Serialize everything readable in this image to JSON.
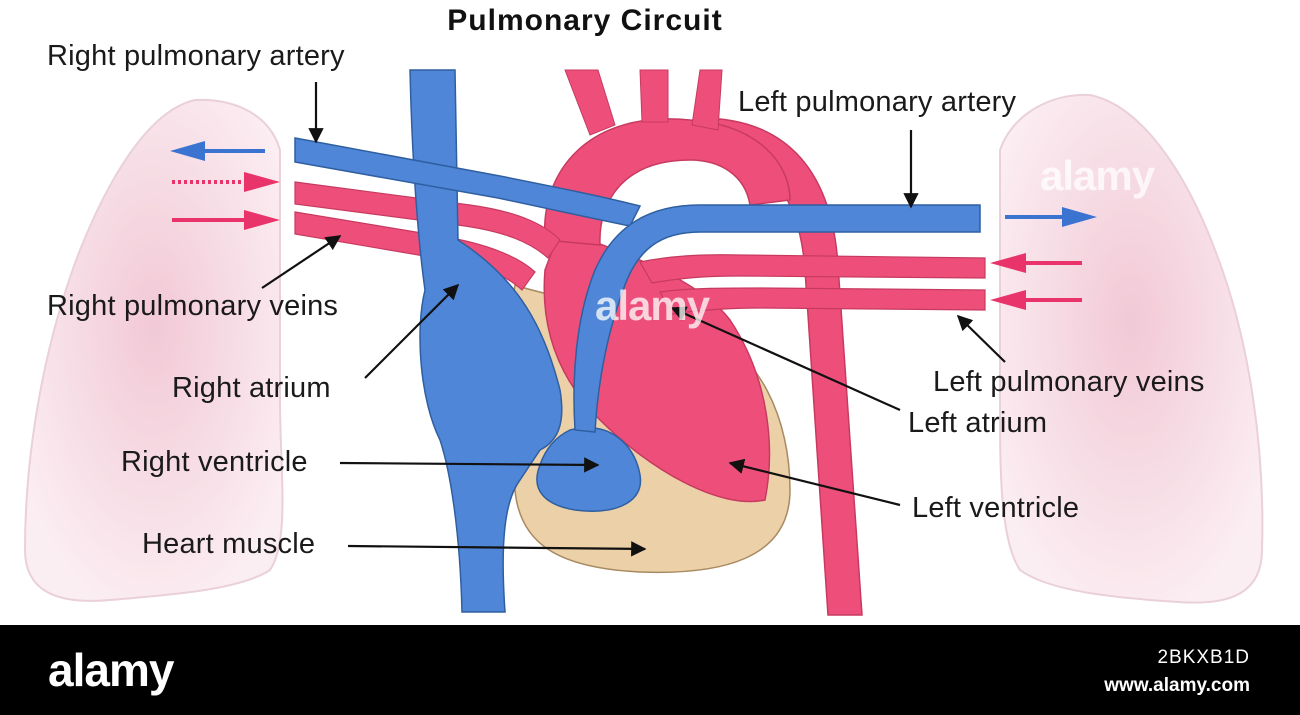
{
  "title": "Pulmonary Circuit",
  "labels": {
    "right_pulmonary_artery": "Right pulmonary artery",
    "left_pulmonary_artery": "Left pulmonary artery",
    "right_pulmonary_veins": "Right pulmonary veins",
    "right_atrium": "Right atrium",
    "left_pulmonary_veins": "Left pulmonary veins",
    "left_atrium": "Left atrium",
    "right_ventricle": "Right ventricle",
    "left_ventricle": "Left ventricle",
    "heart_muscle": "Heart muscle"
  },
  "footer": {
    "brand": "alamy",
    "image_id": "2BKXB1D",
    "site_url": "www.alamy.com"
  },
  "watermark": "alamy",
  "colors": {
    "deoxygenated_blood": "#4f86d8",
    "oxygenated_blood": "#ee4f7a",
    "heart_muscle": "#ecd0a8",
    "lung": "#f6dde5",
    "footer_bg": "#000000"
  }
}
